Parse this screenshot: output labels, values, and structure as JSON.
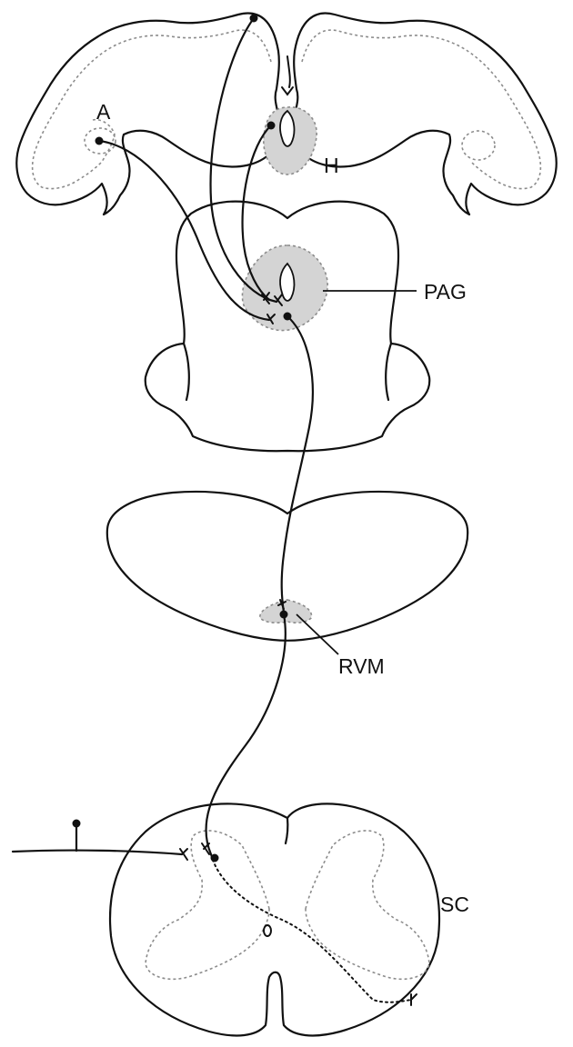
{
  "labels": {
    "amygdala": "A",
    "hypothalamus": "H",
    "pag": "PAG",
    "rvm": "RVM",
    "spinal_cord": "SC"
  }
}
